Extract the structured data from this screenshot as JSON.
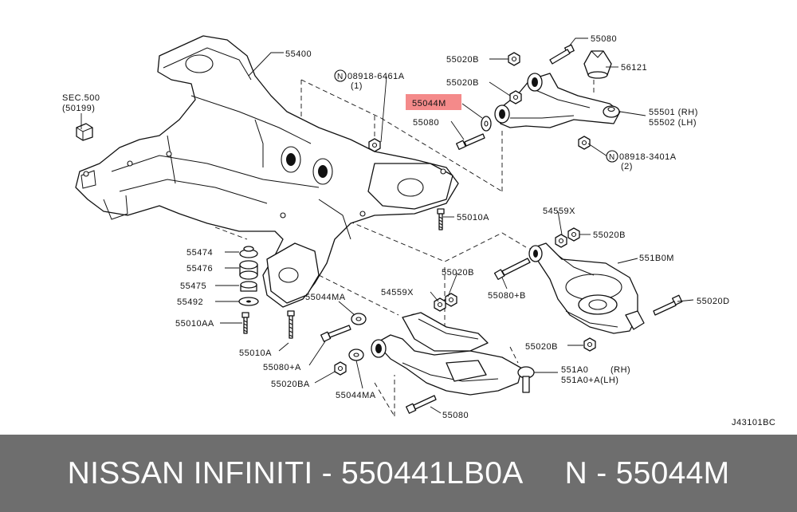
{
  "diagram": {
    "drawing_code": "J43101BC",
    "highlight_color": "#f48a8a",
    "labels": {
      "p55400": "55400",
      "sec500": "SEC.500",
      "sec500_ref": "(50199)",
      "n08918_6461a": "08918-6461A",
      "n08918_6461a_qty": "(1)",
      "n_symbol": "N",
      "p55020b_1": "55020B",
      "p55080_1": "55080",
      "p56121": "56121",
      "p55020b_2": "55020B",
      "p55044m": "55044M",
      "p55501": "55501 (RH)",
      "p55502": "55502 (LH)",
      "p55080_2": "55080",
      "n08918_3401a": "08918-3401A",
      "n08918_3401a_qty": "(2)",
      "p55010a": "55010A",
      "p54559x_1": "54559X",
      "p55020b_3": "55020B",
      "p551b0m": "551B0M",
      "p55474": "55474",
      "p55476": "55476",
      "p55020b_4": "55020B",
      "p55080b": "55080+B",
      "p55475": "55475",
      "p54559x_2": "54559X",
      "p55492": "55492",
      "p55044ma_1": "55044MA",
      "p55020d": "55020D",
      "p55010aa": "55010AA",
      "p55020b_5": "55020B",
      "p55010a_2": "55010A",
      "p55080a": "55080+A",
      "p551a0": "551A0",
      "p551a0_rh": "(RH)",
      "p551a0a": "551A0+A(LH)",
      "p55020ba": "55020BA",
      "p55044ma_2": "55044MA",
      "p55080_3": "55080"
    }
  },
  "footer": {
    "left": "NISSAN INFINITI - 550441LB0A",
    "right": "N - 55044M"
  }
}
